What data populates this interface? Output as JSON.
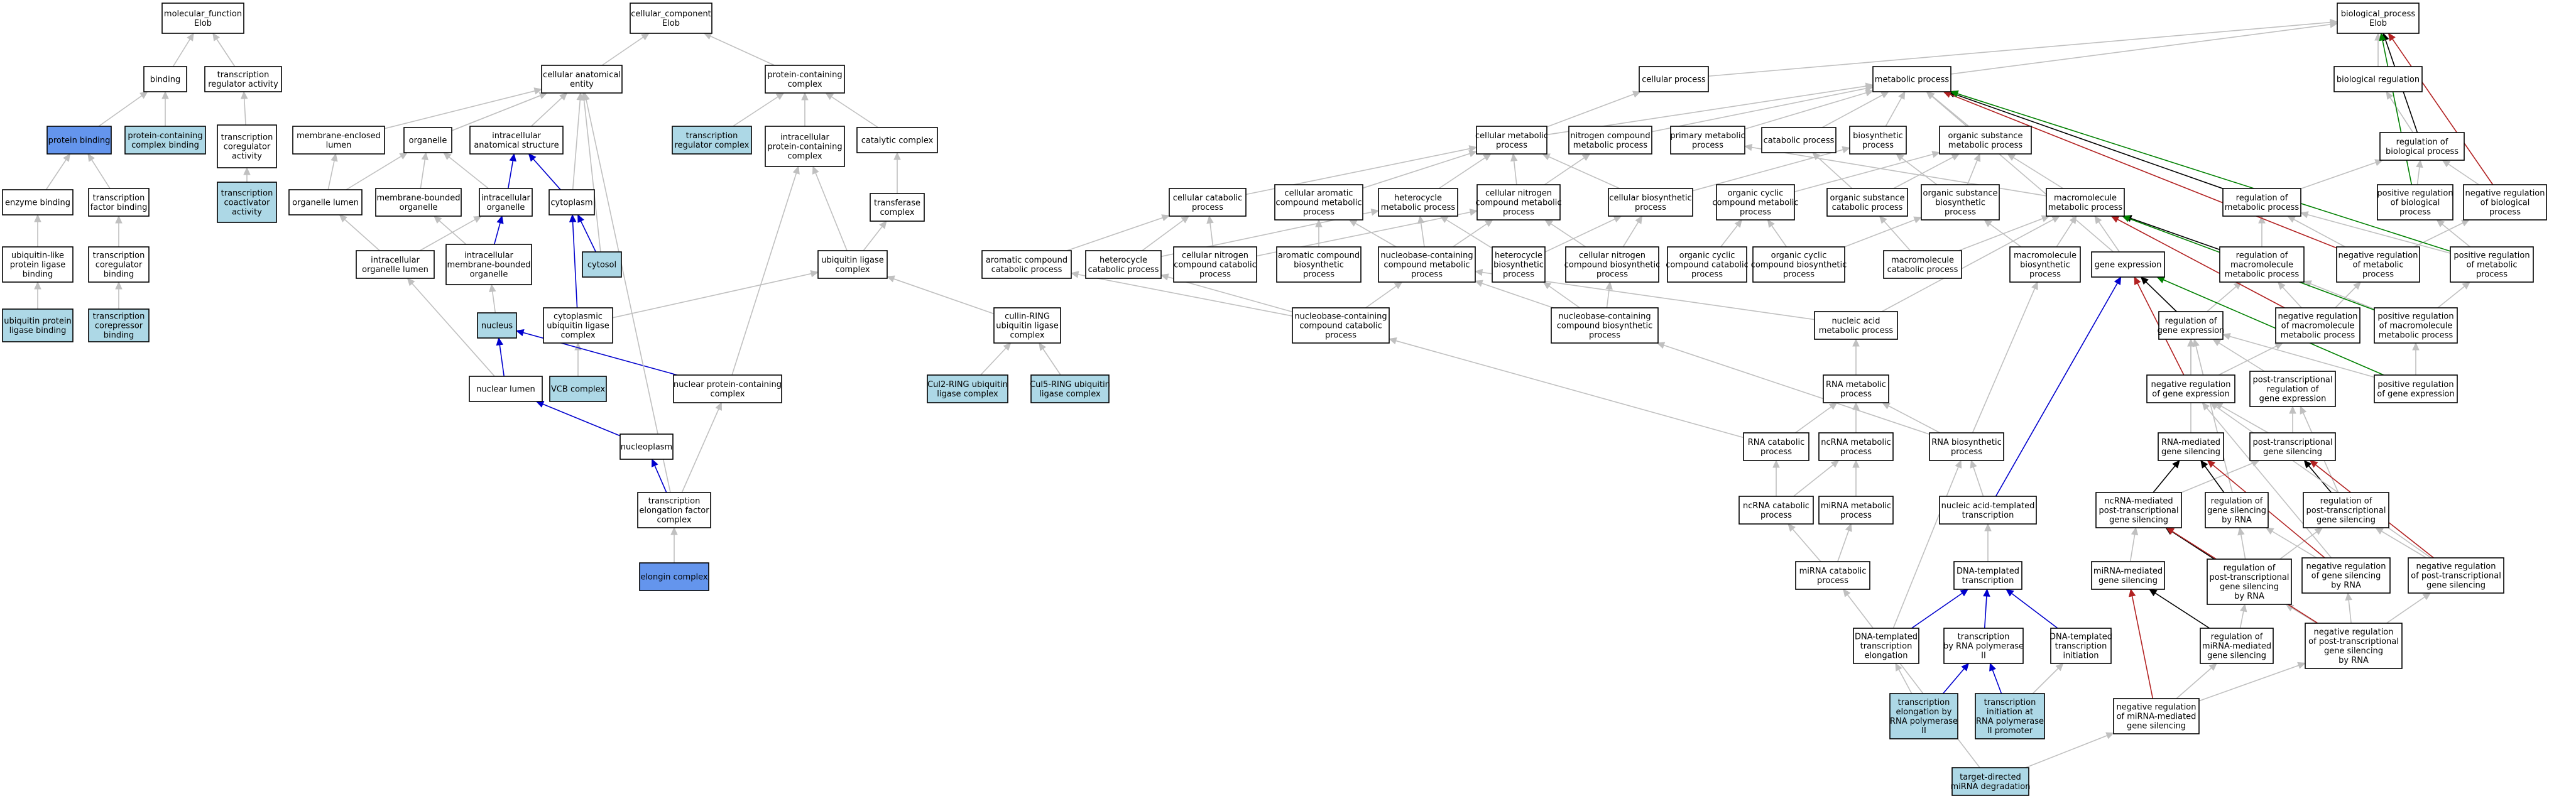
{
  "colors": {
    "default": "#ffffff",
    "light": "#add8e6",
    "strong": "#6495ed",
    "grey": "#c0c0c0",
    "black": "#000000",
    "blue": "#0000cd",
    "green": "#008000",
    "red": "#b22222"
  },
  "nodes": [
    {
      "id": "mf",
      "lines": [
        "molecular_function",
        "Elob"
      ],
      "style": "default"
    },
    {
      "id": "binding",
      "lines": [
        "binding"
      ],
      "style": "default"
    },
    {
      "id": "trac",
      "lines": [
        "transcription",
        "regulator activity"
      ],
      "style": "default"
    },
    {
      "id": "protbind",
      "lines": [
        "protein binding"
      ],
      "style": "strong"
    },
    {
      "id": "pccb",
      "lines": [
        "protein-containing",
        "complex binding"
      ],
      "style": "light"
    },
    {
      "id": "tcoract",
      "lines": [
        "transcription",
        "coregulator",
        "activity"
      ],
      "style": "default"
    },
    {
      "id": "enzb",
      "lines": [
        "enzyme binding"
      ],
      "style": "default"
    },
    {
      "id": "tfb",
      "lines": [
        "transcription",
        "factor binding"
      ],
      "style": "default"
    },
    {
      "id": "tcoact",
      "lines": [
        "transcription",
        "coactivator",
        "activity"
      ],
      "style": "light"
    },
    {
      "id": "ubllb",
      "lines": [
        "ubiquitin-like",
        "protein ligase",
        "binding"
      ],
      "style": "default"
    },
    {
      "id": "tcorb",
      "lines": [
        "transcription",
        "coregulator",
        "binding"
      ],
      "style": "default"
    },
    {
      "id": "uplb",
      "lines": [
        "ubiquitin protein",
        "ligase binding"
      ],
      "style": "light"
    },
    {
      "id": "tcorepb",
      "lines": [
        "transcription",
        "corepressor",
        "binding"
      ],
      "style": "light"
    },
    {
      "id": "cc",
      "lines": [
        "cellular_component",
        "Elob"
      ],
      "style": "default"
    },
    {
      "id": "cae",
      "lines": [
        "cellular anatomical",
        "entity"
      ],
      "style": "default"
    },
    {
      "id": "pcc",
      "lines": [
        "protein-containing",
        "complex"
      ],
      "style": "default"
    },
    {
      "id": "mel",
      "lines": [
        "membrane-enclosed",
        "lumen"
      ],
      "style": "default"
    },
    {
      "id": "organelle",
      "lines": [
        "organelle"
      ],
      "style": "default"
    },
    {
      "id": "ias",
      "lines": [
        "intracellular",
        "anatomical structure"
      ],
      "style": "default"
    },
    {
      "id": "trc",
      "lines": [
        "transcription",
        "regulator complex"
      ],
      "style": "light"
    },
    {
      "id": "ipcc",
      "lines": [
        "intracellular",
        "protein-containing",
        "complex"
      ],
      "style": "default"
    },
    {
      "id": "catc",
      "lines": [
        "catalytic complex"
      ],
      "style": "default"
    },
    {
      "id": "orglumen",
      "lines": [
        "organelle lumen"
      ],
      "style": "default"
    },
    {
      "id": "mbo",
      "lines": [
        "membrane-bounded",
        "organelle"
      ],
      "style": "default"
    },
    {
      "id": "io",
      "lines": [
        "intracellular",
        "organelle"
      ],
      "style": "default"
    },
    {
      "id": "cytoplasm",
      "lines": [
        "cytoplasm"
      ],
      "style": "default"
    },
    {
      "id": "transc",
      "lines": [
        "transferase",
        "complex"
      ],
      "style": "default"
    },
    {
      "id": "iol",
      "lines": [
        "intracellular",
        "organelle lumen"
      ],
      "style": "default"
    },
    {
      "id": "imbo",
      "lines": [
        "intracellular",
        "membrane-bounded",
        "organelle"
      ],
      "style": "default"
    },
    {
      "id": "cytosol",
      "lines": [
        "cytosol"
      ],
      "style": "light"
    },
    {
      "id": "ulc",
      "lines": [
        "ubiquitin ligase",
        "complex"
      ],
      "style": "default"
    },
    {
      "id": "nucleus",
      "lines": [
        "nucleus"
      ],
      "style": "light"
    },
    {
      "id": "culc",
      "lines": [
        "cytoplasmic",
        "ubiquitin ligase",
        "complex"
      ],
      "style": "default"
    },
    {
      "id": "crulc",
      "lines": [
        "cullin-RING",
        "ubiquitin ligase",
        "complex"
      ],
      "style": "default"
    },
    {
      "id": "nlumen",
      "lines": [
        "nuclear lumen"
      ],
      "style": "default"
    },
    {
      "id": "vcb",
      "lines": [
        "VCB complex"
      ],
      "style": "light"
    },
    {
      "id": "npcc",
      "lines": [
        "nuclear protein-containing",
        "complex"
      ],
      "style": "default"
    },
    {
      "id": "cul2",
      "lines": [
        "Cul2-RING ubiquitin",
        "ligase complex"
      ],
      "style": "light"
    },
    {
      "id": "cul5",
      "lines": [
        "Cul5-RING ubiquitin",
        "ligase complex"
      ],
      "style": "light"
    },
    {
      "id": "nucleoplasm",
      "lines": [
        "nucleoplasm"
      ],
      "style": "default"
    },
    {
      "id": "tefc",
      "lines": [
        "transcription",
        "elongation factor",
        "complex"
      ],
      "style": "default"
    },
    {
      "id": "elongin",
      "lines": [
        "elongin complex"
      ],
      "style": "strong"
    },
    {
      "id": "bp",
      "lines": [
        "biological_process",
        "Elob"
      ],
      "style": "default"
    },
    {
      "id": "cellproc",
      "lines": [
        "cellular process"
      ],
      "style": "default"
    },
    {
      "id": "metproc",
      "lines": [
        "metabolic process"
      ],
      "style": "default"
    },
    {
      "id": "bioreg",
      "lines": [
        "biological regulation"
      ],
      "style": "default"
    },
    {
      "id": "cmp",
      "lines": [
        "cellular metabolic",
        "process"
      ],
      "style": "default"
    },
    {
      "id": "ncmp",
      "lines": [
        "nitrogen compound",
        "metabolic process"
      ],
      "style": "default"
    },
    {
      "id": "pmp",
      "lines": [
        "primary metabolic",
        "process"
      ],
      "style": "default"
    },
    {
      "id": "catproc",
      "lines": [
        "catabolic process"
      ],
      "style": "default"
    },
    {
      "id": "biosynproc",
      "lines": [
        "biosynthetic",
        "process"
      ],
      "style": "default"
    },
    {
      "id": "osmp",
      "lines": [
        "organic substance",
        "metabolic process"
      ],
      "style": "default"
    },
    {
      "id": "rbp",
      "lines": [
        "regulation of",
        "biological process"
      ],
      "style": "default"
    },
    {
      "id": "ccp",
      "lines": [
        "cellular catabolic",
        "process"
      ],
      "style": "default"
    },
    {
      "id": "cacmp",
      "lines": [
        "cellular aromatic",
        "compound metabolic",
        "process"
      ],
      "style": "default"
    },
    {
      "id": "hmp",
      "lines": [
        "heterocycle",
        "metabolic process"
      ],
      "style": "default"
    },
    {
      "id": "cncmp",
      "lines": [
        "cellular nitrogen",
        "compound metabolic",
        "process"
      ],
      "style": "default"
    },
    {
      "id": "cbp",
      "lines": [
        "cellular biosynthetic",
        "process"
      ],
      "style": "default"
    },
    {
      "id": "occmp",
      "lines": [
        "organic cyclic",
        "compound metabolic",
        "process"
      ],
      "style": "default"
    },
    {
      "id": "oscp",
      "lines": [
        "organic substance",
        "catabolic process"
      ],
      "style": "default"
    },
    {
      "id": "osbp",
      "lines": [
        "organic substance",
        "biosynthetic",
        "process"
      ],
      "style": "default"
    },
    {
      "id": "mmp",
      "lines": [
        "macromolecule",
        "metabolic process"
      ],
      "style": "default"
    },
    {
      "id": "rmp",
      "lines": [
        "regulation of",
        "metabolic process"
      ],
      "style": "default"
    },
    {
      "id": "prbp",
      "lines": [
        "positive regulation",
        "of biological",
        "process"
      ],
      "style": "default"
    },
    {
      "id": "nrbp",
      "lines": [
        "negative regulation",
        "of biological",
        "process"
      ],
      "style": "default"
    },
    {
      "id": "accp",
      "lines": [
        "aromatic compound",
        "catabolic process"
      ],
      "style": "default"
    },
    {
      "id": "hcp",
      "lines": [
        "heterocycle",
        "catabolic process"
      ],
      "style": "default"
    },
    {
      "id": "cnccp",
      "lines": [
        "cellular nitrogen",
        "compound catabolic",
        "process"
      ],
      "style": "default"
    },
    {
      "id": "acbp",
      "lines": [
        "aromatic compound",
        "biosynthetic",
        "process"
      ],
      "style": "default"
    },
    {
      "id": "nccmp",
      "lines": [
        "nucleobase-containing",
        "compound metabolic",
        "process"
      ],
      "style": "default"
    },
    {
      "id": "hbp",
      "lines": [
        "heterocycle",
        "biosynthetic",
        "process"
      ],
      "style": "default"
    },
    {
      "id": "cncbp",
      "lines": [
        "cellular nitrogen",
        "compound biosynthetic",
        "process"
      ],
      "style": "default"
    },
    {
      "id": "occcp",
      "lines": [
        "organic cyclic",
        "compound catabolic",
        "process"
      ],
      "style": "default"
    },
    {
      "id": "occbp",
      "lines": [
        "organic cyclic",
        "compound biosynthetic",
        "process"
      ],
      "style": "default"
    },
    {
      "id": "mcp",
      "lines": [
        "macromolecule",
        "catabolic process"
      ],
      "style": "default"
    },
    {
      "id": "mbp",
      "lines": [
        "macromolecule",
        "biosynthetic",
        "process"
      ],
      "style": "default"
    },
    {
      "id": "genexp",
      "lines": [
        "gene expression"
      ],
      "style": "default"
    },
    {
      "id": "rmmp",
      "lines": [
        "regulation of",
        "macromolecule",
        "metabolic process"
      ],
      "style": "default"
    },
    {
      "id": "nrmp",
      "lines": [
        "negative regulation",
        "of metabolic",
        "process"
      ],
      "style": "default"
    },
    {
      "id": "prmp",
      "lines": [
        "positive regulation",
        "of metabolic",
        "process"
      ],
      "style": "default"
    },
    {
      "id": "ncccp",
      "lines": [
        "nucleobase-containing",
        "compound catabolic",
        "process"
      ],
      "style": "default"
    },
    {
      "id": "nccbp",
      "lines": [
        "nucleobase-containing",
        "compound biosynthetic",
        "process"
      ],
      "style": "default"
    },
    {
      "id": "namp",
      "lines": [
        "nucleic acid",
        "metabolic process"
      ],
      "style": "default"
    },
    {
      "id": "rge",
      "lines": [
        "regulation of",
        "gene expression"
      ],
      "style": "default"
    },
    {
      "id": "nrmmp",
      "lines": [
        "negative regulation",
        "of macromolecule",
        "metabolic process"
      ],
      "style": "default"
    },
    {
      "id": "prmmp",
      "lines": [
        "positive regulation",
        "of macromolecule",
        "metabolic process"
      ],
      "style": "default"
    },
    {
      "id": "rnamp",
      "lines": [
        "RNA metabolic",
        "process"
      ],
      "style": "default"
    },
    {
      "id": "nrge",
      "lines": [
        "negative regulation",
        "of gene expression"
      ],
      "style": "default"
    },
    {
      "id": "ptrge",
      "lines": [
        "post-transcriptional",
        "regulation of",
        "gene expression"
      ],
      "style": "default"
    },
    {
      "id": "prge",
      "lines": [
        "positive regulation",
        "of gene expression"
      ],
      "style": "default"
    },
    {
      "id": "rnacp",
      "lines": [
        "RNA catabolic",
        "process"
      ],
      "style": "default"
    },
    {
      "id": "ncrnamp",
      "lines": [
        "ncRNA metabolic",
        "process"
      ],
      "style": "default"
    },
    {
      "id": "rnabp",
      "lines": [
        "RNA biosynthetic",
        "process"
      ],
      "style": "default"
    },
    {
      "id": "rnags",
      "lines": [
        "RNA-mediated",
        "gene silencing"
      ],
      "style": "default"
    },
    {
      "id": "ptgs",
      "lines": [
        "post-transcriptional",
        "gene silencing"
      ],
      "style": "default"
    },
    {
      "id": "ncrnacp",
      "lines": [
        "ncRNA catabolic",
        "process"
      ],
      "style": "default"
    },
    {
      "id": "mirnamp",
      "lines": [
        "miRNA metabolic",
        "process"
      ],
      "style": "default"
    },
    {
      "id": "natt",
      "lines": [
        "nucleic acid-templated",
        "transcription"
      ],
      "style": "default"
    },
    {
      "id": "ncrnagsl",
      "lines": [
        "ncRNA-mediated",
        "post-transcriptional",
        "gene silencing"
      ],
      "style": "default"
    },
    {
      "id": "rgsrna",
      "lines": [
        "regulation of",
        "gene silencing",
        "by RNA"
      ],
      "style": "default"
    },
    {
      "id": "rptgs",
      "lines": [
        "regulation of",
        "post-transcriptional",
        "gene silencing"
      ],
      "style": "default"
    },
    {
      "id": "mirnacp",
      "lines": [
        "miRNA catabolic",
        "process"
      ],
      "style": "default"
    },
    {
      "id": "dtt",
      "lines": [
        "DNA-templated",
        "transcription"
      ],
      "style": "default"
    },
    {
      "id": "mirnags",
      "lines": [
        "miRNA-mediated",
        "gene silencing"
      ],
      "style": "default"
    },
    {
      "id": "rptgsrna",
      "lines": [
        "regulation of",
        "post-transcriptional",
        "gene silencing",
        "by RNA"
      ],
      "style": "default"
    },
    {
      "id": "nrgsrna",
      "lines": [
        "negative regulation",
        "of gene silencing",
        "by RNA"
      ],
      "style": "default"
    },
    {
      "id": "nrptgs",
      "lines": [
        "negative regulation",
        "of post-transcriptional",
        "gene silencing"
      ],
      "style": "default"
    },
    {
      "id": "dtte",
      "lines": [
        "DNA-templated",
        "transcription",
        "elongation"
      ],
      "style": "default"
    },
    {
      "id": "tpol2",
      "lines": [
        "transcription",
        "by RNA polymerase",
        "II"
      ],
      "style": "default"
    },
    {
      "id": "dtti",
      "lines": [
        "DNA-templated",
        "transcription",
        "initiation"
      ],
      "style": "default"
    },
    {
      "id": "rmirnags",
      "lines": [
        "regulation of",
        "miRNA-mediated",
        "gene silencing"
      ],
      "style": "default"
    },
    {
      "id": "nrptgsrna",
      "lines": [
        "negative regulation",
        "of post-transcriptional",
        "gene silencing",
        "by RNA"
      ],
      "style": "default"
    },
    {
      "id": "tepol2",
      "lines": [
        "transcription",
        "elongation by",
        "RNA polymerase",
        "II"
      ],
      "style": "light"
    },
    {
      "id": "tipol2",
      "lines": [
        "transcription",
        "initiation at",
        "RNA polymerase",
        "II promoter"
      ],
      "style": "light"
    },
    {
      "id": "nrmirnags",
      "lines": [
        "negative regulation",
        "of miRNA-mediated",
        "gene silencing"
      ],
      "style": "default"
    },
    {
      "id": "tdmd",
      "lines": [
        "target-directed",
        "miRNA degradation"
      ],
      "style": "light"
    }
  ]
}
